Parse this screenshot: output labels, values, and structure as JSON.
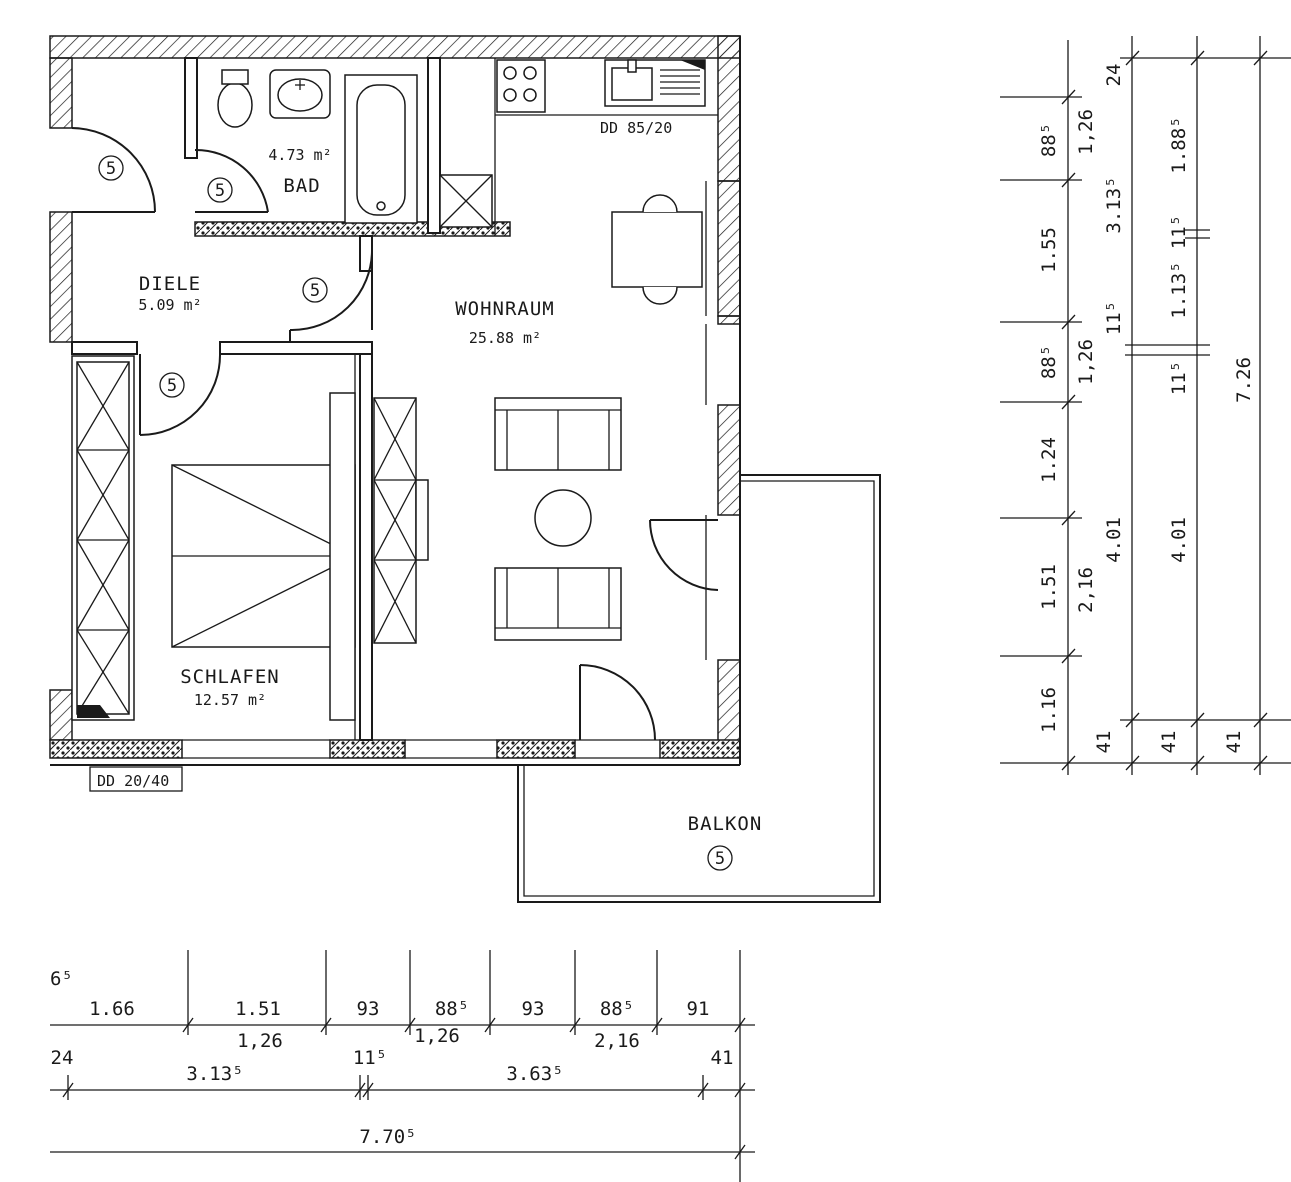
{
  "rooms": {
    "bad": {
      "name": "BAD",
      "area": "4.73 m²"
    },
    "diele": {
      "name": "DIELE",
      "area": "5.09 m²"
    },
    "wohnraum": {
      "name": "WOHNRAUM",
      "area": "25.88 m²"
    },
    "schlafen": {
      "name": "SCHLAFEN",
      "area": "12.57 m²"
    },
    "balkon": {
      "name": "BALKON"
    }
  },
  "door_marker": "5",
  "labels": {
    "dd_kitchen": "DD 85/20",
    "dd_bedroom": "DD 20/40"
  },
  "dims_bottom": {
    "row1": [
      "6⁵",
      "1.66",
      "1.51",
      "93",
      "88⁵",
      "93",
      "88⁵",
      "91"
    ],
    "row1b": [
      "1,26",
      "1,26",
      "2,16"
    ],
    "row2": [
      "24",
      "3.13⁵",
      "11⁵",
      "3.63⁵",
      "41"
    ],
    "total": "7.70⁵"
  },
  "dims_right": {
    "col1": [
      "88⁵",
      "1.55",
      "88⁵",
      "1.24",
      "1.51",
      "1.16"
    ],
    "col2": [
      "1,26",
      "1,26",
      "2,16"
    ],
    "col3": [
      "24",
      "3.13⁵",
      "11⁵",
      "4.01",
      "41"
    ],
    "col4": [
      "1.88⁵",
      "11⁵",
      "1.13⁵",
      "11⁵",
      "4.01",
      "41"
    ],
    "col5": [
      "7.26",
      "41"
    ]
  }
}
